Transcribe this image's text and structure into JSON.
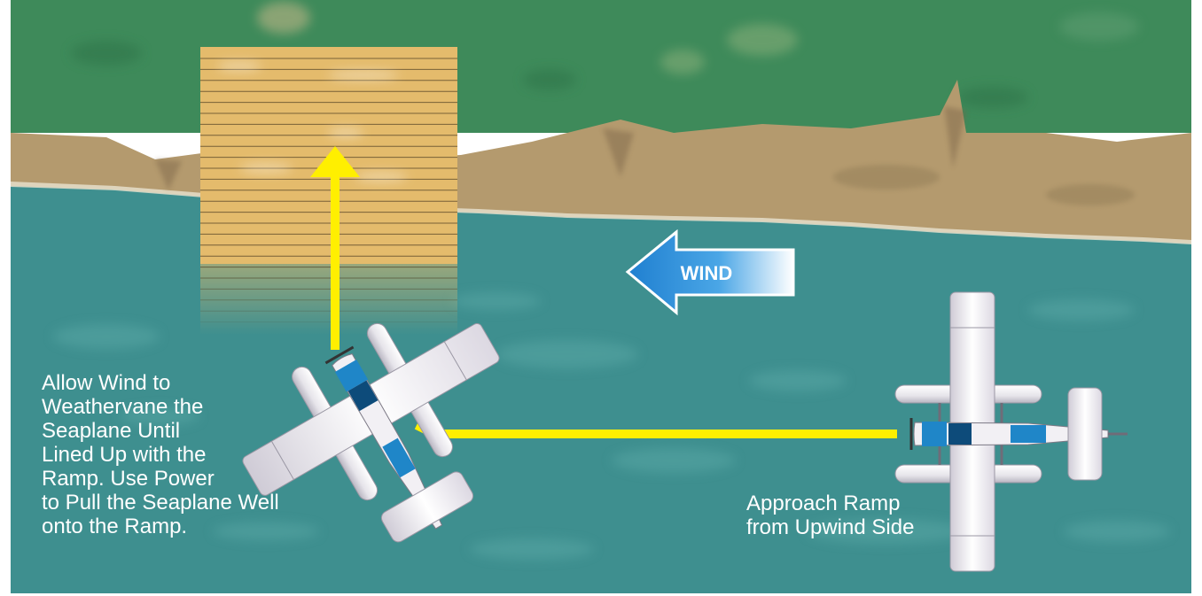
{
  "wind_label": "WIND",
  "instruction_lines": [
    "Allow Wind to",
    "Weathervane the",
    "Seaplane Until",
    "Lined Up with the",
    "Ramp. Use Power",
    "to Pull the Seaplane Well",
    "onto the Ramp."
  ],
  "approach_lines": [
    "Approach Ramp",
    "from Upwind Side"
  ],
  "colors": {
    "grass": "#3e8a5a",
    "shore": "#b49a6e",
    "water": "#3e8f8f",
    "ramp": "#e4bb6c",
    "path": "#ffef00",
    "wind_arrow": "#2a8fd6",
    "plane_body": "#f2f0f4",
    "plane_accent": "#1f86c8"
  }
}
